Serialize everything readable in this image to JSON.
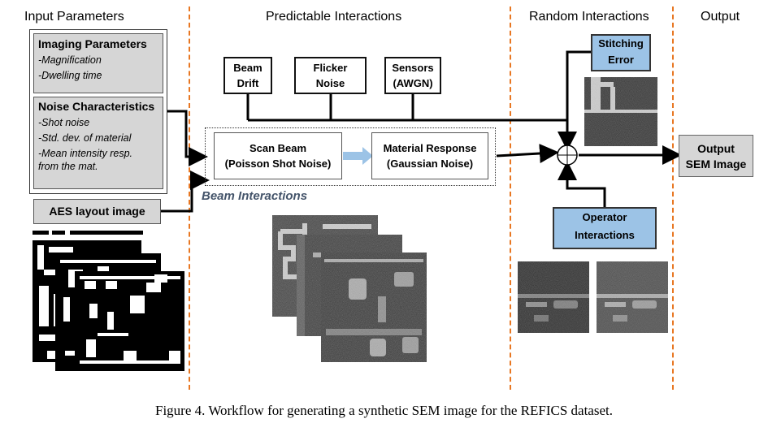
{
  "columns": {
    "input": "Input Parameters",
    "predictable": "Predictable Interactions",
    "random": "Random Interactions",
    "output": "Output"
  },
  "imaging": {
    "title": "Imaging Parameters",
    "items": [
      "-Magnification",
      "-Dwelling time"
    ]
  },
  "noise": {
    "title": "Noise Characteristics",
    "items": [
      "-Shot noise",
      "-Std. dev. of material",
      "-Mean intensity resp.",
      "from the mat."
    ]
  },
  "aes_label": "AES layout image",
  "top_boxes": {
    "beam_drift": [
      "Beam",
      "Drift"
    ],
    "flicker": [
      "Flicker",
      "Noise"
    ],
    "sensors": [
      "Sensors",
      "(AWGN)"
    ]
  },
  "beam": {
    "scan": [
      "Scan Beam",
      "(Poisson Shot Noise)"
    ],
    "material": [
      "Material Response",
      "(Gaussian Noise)"
    ],
    "group_label": "Beam Interactions"
  },
  "stitching": [
    "Stitching",
    "Error"
  ],
  "operator": [
    "Operator",
    "Interactions"
  ],
  "output": [
    "Output",
    "SEM Image"
  ],
  "caption": "Figure 4. Workflow for generating a synthetic SEM image for the REFICS dataset.",
  "colors": {
    "accent_dash": "#e87722",
    "blue_box": "#9cc3e6",
    "gray_box": "#d6d6d6",
    "arrow_fill": "#9cc3e6"
  }
}
